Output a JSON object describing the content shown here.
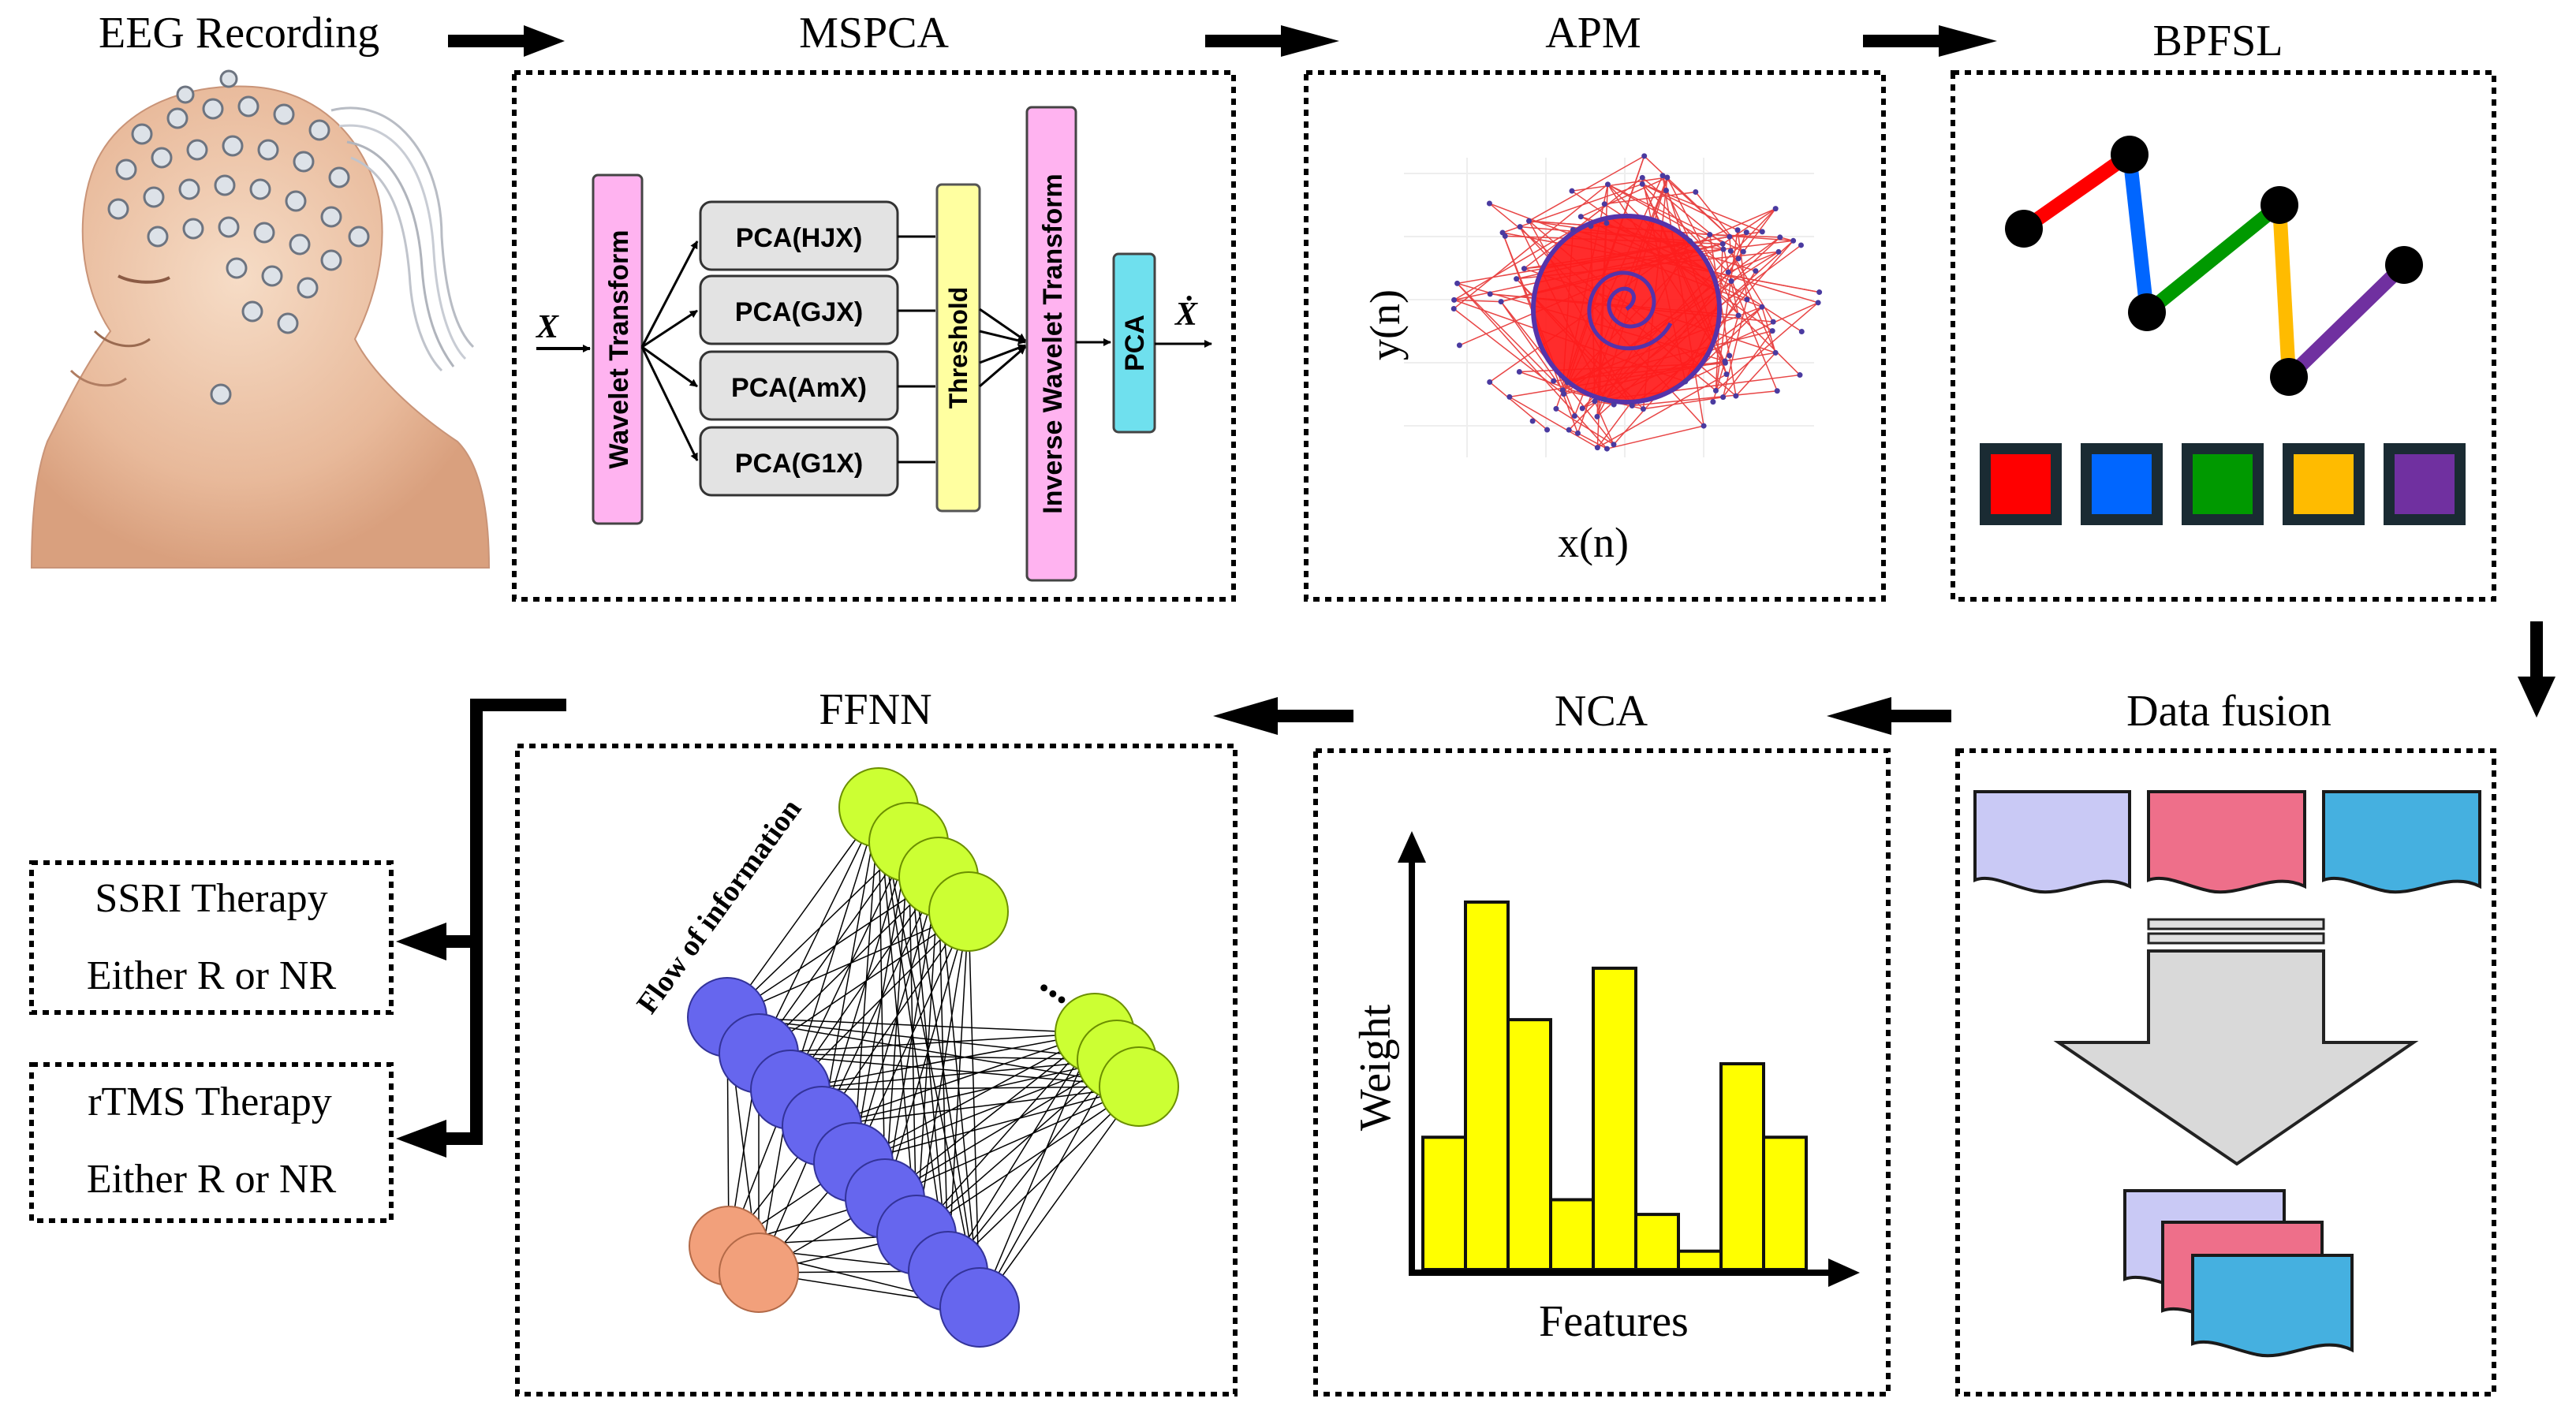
{
  "stages": {
    "eeg": "EEG Recording",
    "mspca": "MSPCA",
    "apm": "APM",
    "bpfsl": "BPFSL",
    "fusion": "Data fusion",
    "nca": "NCA",
    "ffnn": "FFNN"
  },
  "mspca": {
    "input": "X",
    "wavelet": "Wavelet Transform",
    "pca_boxes": [
      "PCA(HJX)",
      "PCA(GJX)",
      "PCA(AmX)",
      "PCA(G1X)"
    ],
    "threshold": "Threshold",
    "inverse": "Inverse Wavelet Transform",
    "pca": "PCA",
    "output": "Ẋ"
  },
  "apm": {
    "ylabel": "y(n)",
    "xlabel": "x(n)"
  },
  "bpfsl": {
    "colors": [
      "#ff0000",
      "#0066ff",
      "#009900",
      "#ffbb00",
      "#7030a0"
    ]
  },
  "fusion": {
    "colors": [
      "#c9c9f5",
      "#ee6f8a",
      "#45b0e0"
    ]
  },
  "nca": {
    "ylabel": "Weight",
    "xlabel": "Features",
    "bar_color": "#ffff00"
  },
  "ffnn": {
    "flow": "Flow of information",
    "ellipsis": "..."
  },
  "outputs": [
    {
      "therapy": "SSRI Therapy",
      "result": "Either R or NR"
    },
    {
      "therapy": "rTMS Therapy",
      "result": "Either R or NR"
    }
  ],
  "chart_data": {
    "type": "bar",
    "xlabel": "Features",
    "ylabel": "Weight",
    "values": [
      0.36,
      1.0,
      0.68,
      0.19,
      0.82,
      0.15,
      0.05,
      0.56,
      0.36
    ]
  }
}
